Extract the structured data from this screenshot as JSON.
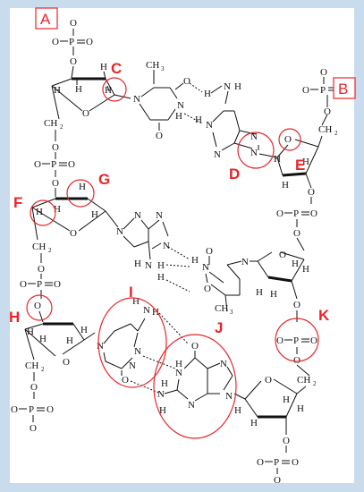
{
  "colors": {
    "background": "#c9dcee",
    "panel": "#ffffff",
    "highlight": "#e8262a",
    "ink": "#111111"
  },
  "labels": {
    "A": "A",
    "B": "B",
    "C": "C",
    "D": "D",
    "E": "E",
    "F": "F",
    "G": "G",
    "H": "H",
    "I": "I",
    "J": "J",
    "K": "K"
  },
  "atoms": {
    "O": "O",
    "P": "P",
    "H": "H",
    "N": "N",
    "C": "C",
    "NH2": "NH",
    "CH2": "CH",
    "CH3": "CH",
    "two": "2",
    "three": "3"
  }
}
